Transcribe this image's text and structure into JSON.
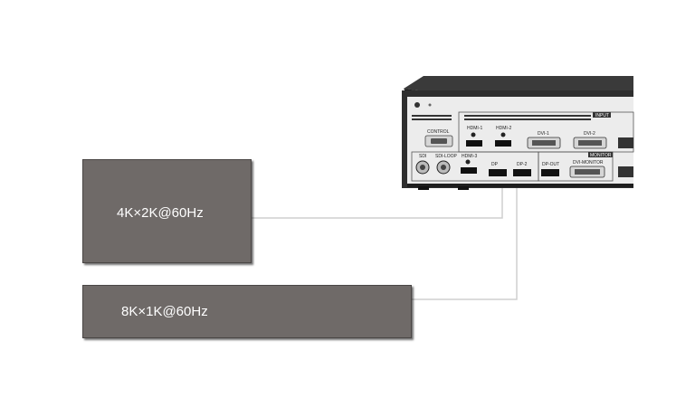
{
  "displays": [
    {
      "id": "screen-4k",
      "label": "4K×2K@60Hz"
    },
    {
      "id": "screen-8k",
      "label": "8K×1K@60Hz"
    }
  ],
  "device": {
    "panel_labels": {
      "control": "CONTROL",
      "sdi": "SDI",
      "sdi_loop": "SDI-LOOP",
      "hdmi_1": "HDMI-1",
      "hdmi_2": "HDMI-2",
      "hdmi_3": "HDMI-3",
      "dvi_1": "DVI-1",
      "dvi_2": "DVI-2",
      "dp": "DP",
      "dp_2": "DP-2",
      "dp_out": "DP-OUT",
      "dvi_monitor": "DVI-MONITOR",
      "input": "INPUT",
      "monitor": "MONITOR"
    },
    "colors": {
      "chassis": "#2b2b2b",
      "panel": "#e9e9e9",
      "display": "#6f6a68",
      "cable": "#cfcfcf"
    }
  }
}
